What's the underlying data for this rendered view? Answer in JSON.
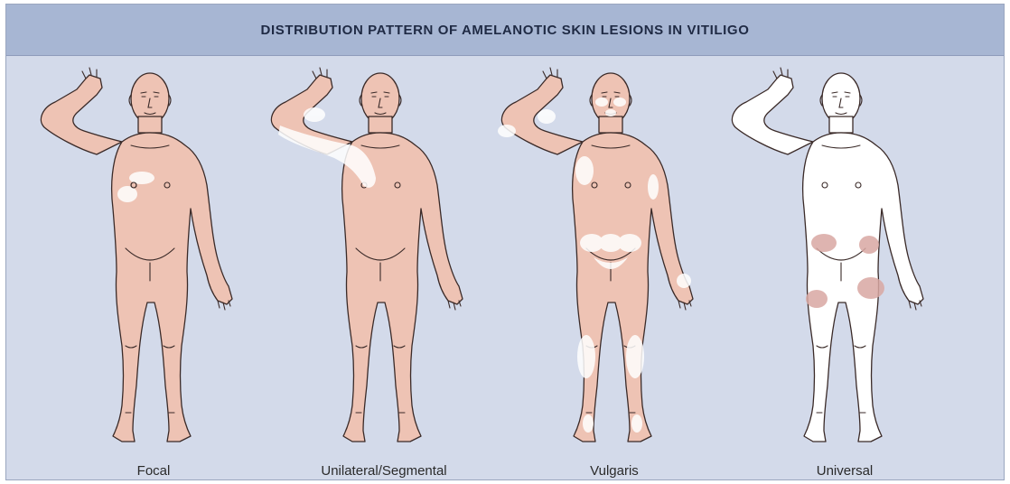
{
  "title": "DISTRIBUTION PATTERN OF AMELANOTIC SKIN LESIONS IN VITILIGO",
  "colors": {
    "background": "#d3daea",
    "header": "#a7b6d3",
    "skin": "#eec3b4",
    "depigmented": "#ffffff",
    "outline": "#3a2a28"
  },
  "figures": [
    {
      "label": "Focal",
      "base": "skin"
    },
    {
      "label": "Unilateral/Segmental",
      "base": "skin"
    },
    {
      "label": "Vulgaris",
      "base": "skin"
    },
    {
      "label": "Universal",
      "base": "depigmented"
    }
  ]
}
